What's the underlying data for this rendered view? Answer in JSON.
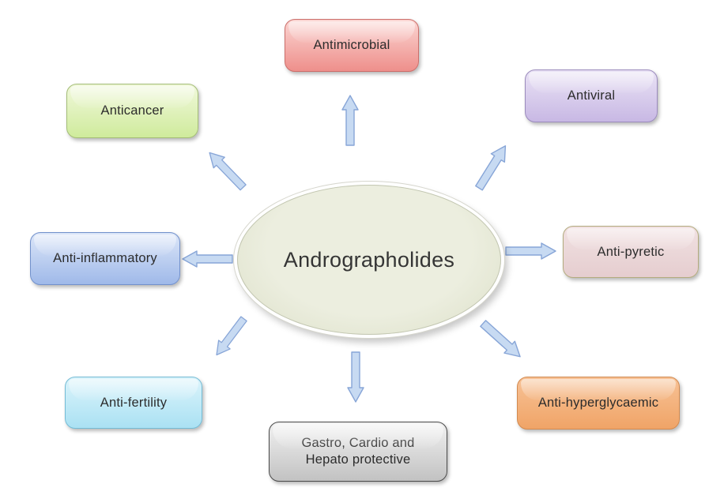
{
  "center": {
    "label": "Andrographolides",
    "fill": "#e7e9d8",
    "border": "#c2c6b0"
  },
  "arrow_style": {
    "fill": "#c7daf2",
    "stroke": "#87a5d7"
  },
  "nodes": [
    {
      "id": "antimicrobial",
      "label": "Antimicrobial",
      "position": "top",
      "fill_top": "#fbd6d3",
      "fill_bottom": "#ee8f8b",
      "border": "#cc6f6b"
    },
    {
      "id": "antiviral",
      "label": "Antiviral",
      "position": "top-right",
      "fill_top": "#eae3f5",
      "fill_bottom": "#c8b8e4",
      "border": "#9b8bbd"
    },
    {
      "id": "antipyretic",
      "label": "Anti-pyretic",
      "position": "right",
      "fill_top": "#f1e1e2",
      "fill_bottom": "#e5cdcf",
      "border": "#b3ab7e"
    },
    {
      "id": "antihyper",
      "label": "Anti-hyperglycaemic",
      "position": "bottom-right",
      "fill_top": "#f7c296",
      "fill_bottom": "#f0a467",
      "border": "#d28a50"
    },
    {
      "id": "gastro",
      "label": "Gastro, Cardio and Hepato protective",
      "position": "bottom",
      "fill_top": "#f1f1f1",
      "fill_bottom": "#c2c2c2",
      "border": "#4a4a4a"
    },
    {
      "id": "antifertility",
      "label": "Anti-fertility",
      "position": "bottom-left",
      "fill_top": "#dcf4fb",
      "fill_bottom": "#aae1f3",
      "border": "#74bcd6"
    },
    {
      "id": "antiinflammatory",
      "label": "Anti-inflammatory",
      "position": "left",
      "fill_top": "#dce6f8",
      "fill_bottom": "#9fb9e9",
      "border": "#7291cc"
    },
    {
      "id": "anticancer",
      "label": "Anticancer",
      "position": "top-left",
      "fill_top": "#f1f8dc",
      "fill_bottom": "#cfeb9c",
      "border": "#a4bd77"
    }
  ]
}
